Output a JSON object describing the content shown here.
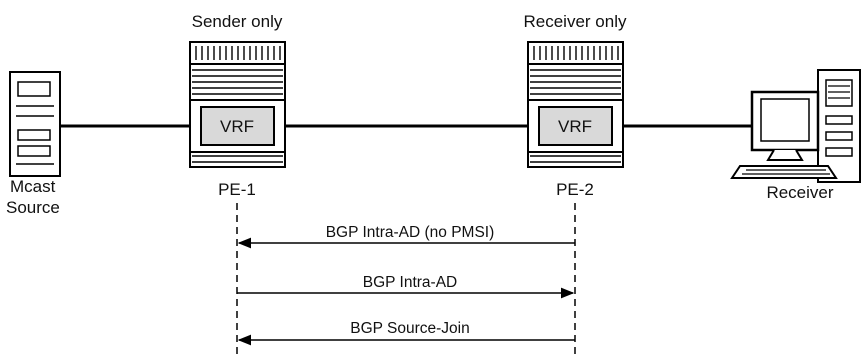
{
  "nodes": {
    "source": {
      "label_line1": "Mcast",
      "label_line2": "Source",
      "icon": "server-icon"
    },
    "pe1": {
      "label": "PE-1",
      "role": "Sender only",
      "vrf": "VRF",
      "icon": "router-icon"
    },
    "pe2": {
      "label": "PE-2",
      "role": "Receiver only",
      "vrf": "VRF",
      "icon": "router-icon"
    },
    "receiver": {
      "label": "Receiver",
      "icon": "workstation-icon"
    }
  },
  "messages": [
    {
      "text": "BGP Intra-AD (no PMSI)",
      "direction": "PE-2 to PE-1"
    },
    {
      "text": "BGP Intra-AD",
      "direction": "PE-1 to PE-2"
    },
    {
      "text": "BGP Source-Join",
      "direction": "PE-2 to PE-1"
    }
  ],
  "colors": {
    "line": "#000000",
    "vrf_fill": "#d9d9d9"
  }
}
